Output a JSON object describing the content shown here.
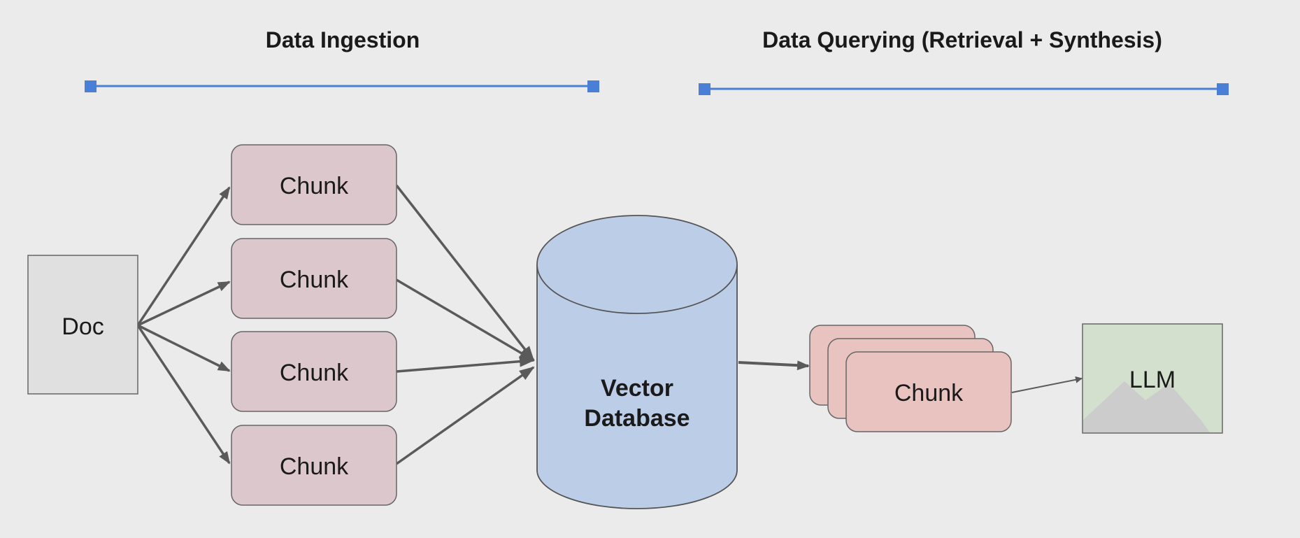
{
  "sections": {
    "ingestion": {
      "title": "Data Ingestion"
    },
    "querying": {
      "title": "Data Querying (Retrieval + Synthesis)"
    }
  },
  "nodes": {
    "doc": {
      "label": "Doc"
    },
    "chunks": [
      {
        "label": "Chunk"
      },
      {
        "label": "Chunk"
      },
      {
        "label": "Chunk"
      },
      {
        "label": "Chunk"
      }
    ],
    "vector_db": {
      "label_line1": "Vector",
      "label_line2": "Database"
    },
    "retrieved_chunk": {
      "label": "Chunk"
    },
    "llm": {
      "label": "LLM"
    }
  },
  "colors": {
    "background": "#ebebeb",
    "doc_fill": "#e0e0e0",
    "chunk_fill": "#dcc8cc",
    "retrieved_fill": "#e9c3bf",
    "db_fill": "#bccde8",
    "llm_fill": "#d3e0cd",
    "timeline": "#4a7fd8",
    "arrow": "#5a5a5a"
  }
}
